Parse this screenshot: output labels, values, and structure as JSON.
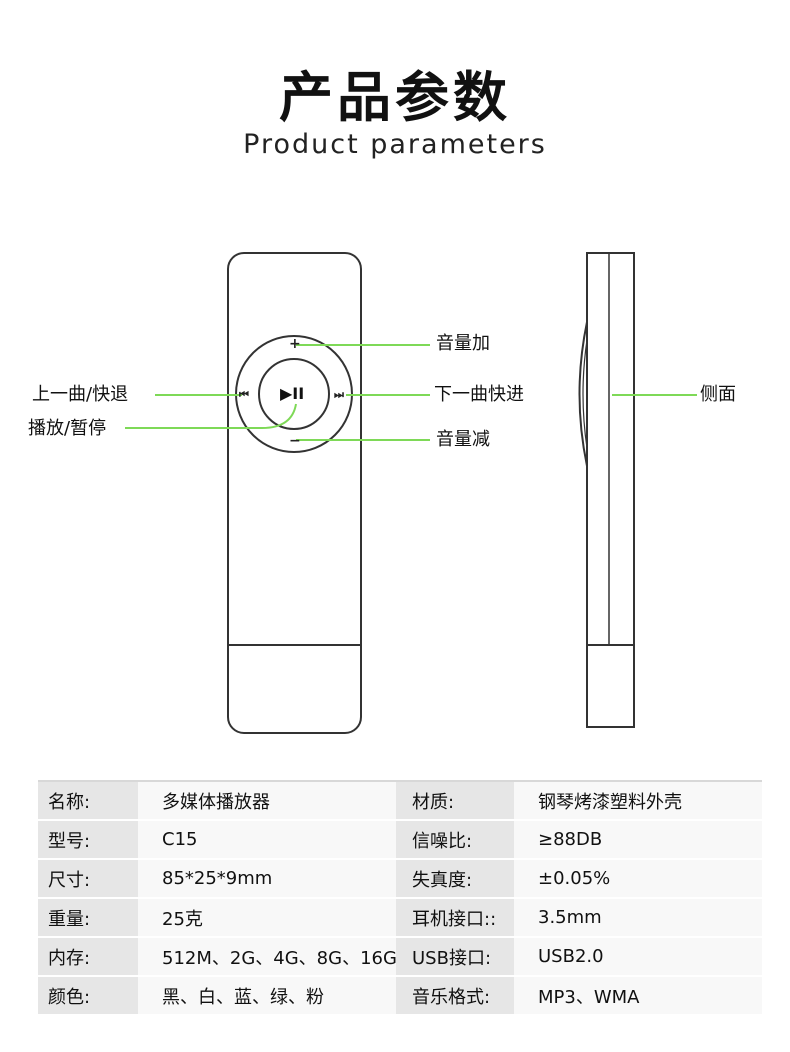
{
  "header": {
    "title_cn": "产品参数",
    "title_en": "Product parameters"
  },
  "diagram": {
    "labels": {
      "volume_up": "音量加",
      "prev_rewind": "上一曲/快退",
      "next_forward": "下一曲快进",
      "play_pause": "播放/暂停",
      "volume_down": "音量减",
      "side_view": "侧面"
    },
    "icons": {
      "plus": "+",
      "minus": "−",
      "prev": "⏮",
      "next": "⏭",
      "play_pause": "▶II"
    },
    "colors": {
      "callout_line": "#7ed957",
      "outline": "#333333"
    }
  },
  "specs": {
    "rows": [
      {
        "l1": "名称:",
        "v1": "多媒体播放器",
        "l2": "材质:",
        "v2": "钢琴烤漆塑料外壳"
      },
      {
        "l1": "型号:",
        "v1": "C15",
        "l2": "信噪比:",
        "v2": "≥88DB"
      },
      {
        "l1": "尺寸:",
        "v1": "85*25*9mm",
        "l2": "失真度:",
        "v2": "±0.05%"
      },
      {
        "l1": "重量:",
        "v1": "25克",
        "l2": "耳机接口::",
        "v2": "3.5mm"
      },
      {
        "l1": "内存:",
        "v1": "512M、2G、4G、8G、16G",
        "l2": "USB接口:",
        "v2": "USB2.0"
      },
      {
        "l1": "颜色:",
        "v1": "黑、白、蓝、绿、粉",
        "l2": "音乐格式:",
        "v2": "MP3、WMA"
      }
    ]
  }
}
